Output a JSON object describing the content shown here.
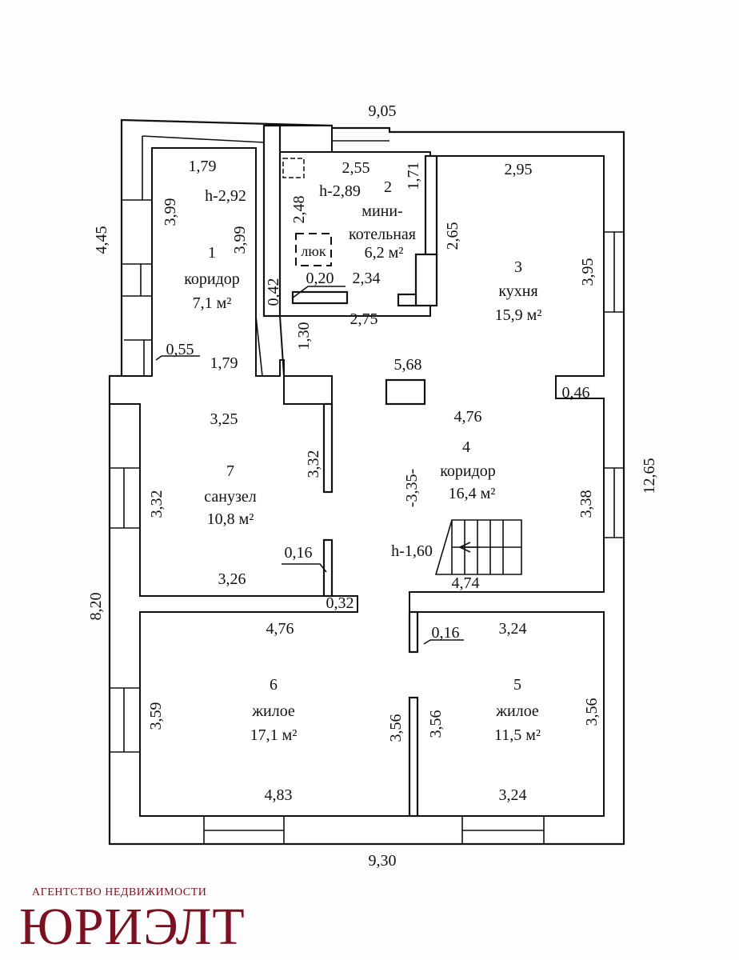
{
  "plan": {
    "overall": {
      "top": "9,05",
      "bottom": "9,30",
      "right": "12,65",
      "left_upper": "4,45",
      "left_lower": "8,20"
    },
    "rooms": [
      {
        "number": "1",
        "name": "коридор",
        "area": "7,1 м²",
        "height": "h-2,92"
      },
      {
        "number": "2",
        "name_line1": "мини-",
        "name_line2": "котельная",
        "area": "6,2 м²",
        "height": "h-2,89"
      },
      {
        "number": "3",
        "name": "кухня",
        "area": "15,9 м²"
      },
      {
        "number": "4",
        "name": "коридор",
        "area": "16,4 м²"
      },
      {
        "number": "5",
        "name": "жилое",
        "area": "11,5 м²"
      },
      {
        "number": "6",
        "name": "жилое",
        "area": "17,1 м²"
      },
      {
        "number": "7",
        "name": "санузел",
        "area": "10,8 м²"
      }
    ],
    "hatch_label": "люк",
    "stair_height": "h-1,60",
    "dims": {
      "r1_top": "1,79",
      "r1_left": "3,99",
      "r1_right": "3,99",
      "r1_bottom": "1,79",
      "r1_door": "0,55",
      "r2_top": "2,55",
      "r2_right": "1,71",
      "r2_left": "2,48",
      "r2_wall": "0,42",
      "r2_step": "0,20",
      "r2_bottom": "2,34",
      "r2_outer": "2,75",
      "r3_top": "2,95",
      "r3_left": "2,65",
      "r3_right": "3,95",
      "r3_niche": "0,46",
      "passage": "1,30",
      "r4_top": "5,68",
      "r4_mid": "4,76",
      "r4_left": "-3,35-",
      "r4_right": "3,38",
      "r4_bottom": "4,74",
      "r7_top": "3,25",
      "r7_right": "3,32",
      "r7_left": "3,32",
      "r7_bottom": "3,26",
      "r7_wall": "0,16",
      "r7_door": "0,32",
      "r6_top": "4,76",
      "r6_left": "3,59",
      "r6_right": "3,56",
      "r6_bottom": "4,83",
      "r5_top": "3,24",
      "r5_left": "3,56",
      "r5_right": "3,56",
      "r5_bottom": "3,24",
      "r5_wall": "0,16"
    }
  },
  "logo": {
    "subtitle": "АГЕНТСТВО НЕДВИЖИМОСТИ",
    "name": "ЮРИЭЛТ",
    "color": "#7a1020"
  }
}
